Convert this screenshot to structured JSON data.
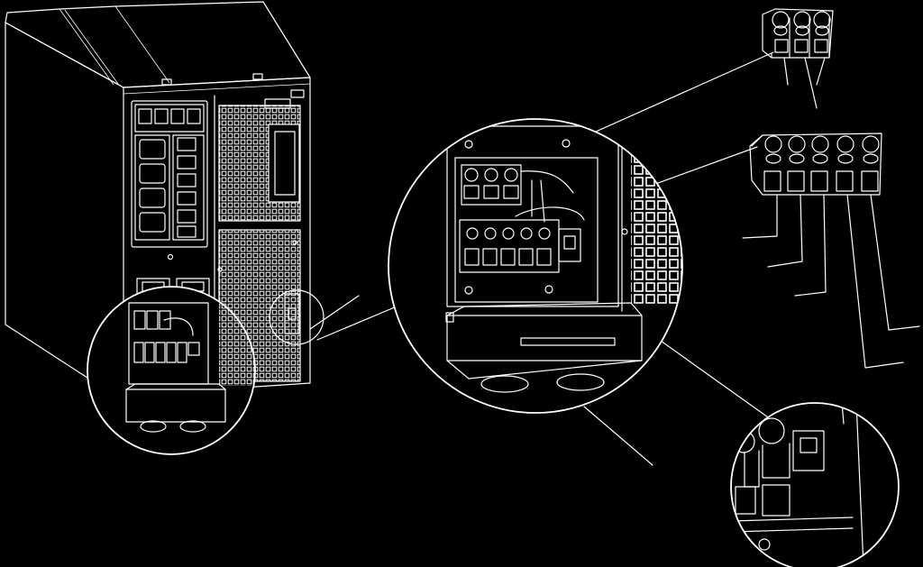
{
  "figure": {
    "type": "technical-line-drawing",
    "background_color": "#000000",
    "line_color": "#ffffff",
    "callouts": [
      {
        "name": "input-terminal-block",
        "terminals": 3
      },
      {
        "name": "output-terminal-block",
        "terminals": 5
      },
      {
        "name": "ground-terminal-detail"
      }
    ]
  }
}
